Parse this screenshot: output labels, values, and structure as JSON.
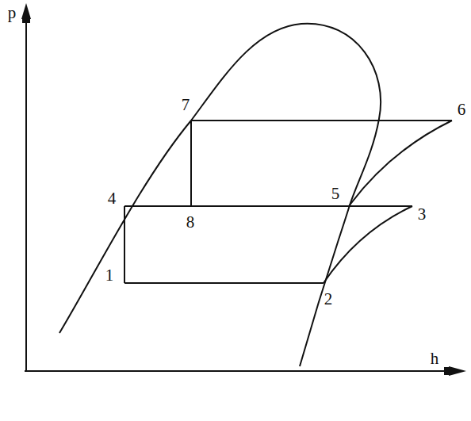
{
  "diagram": {
    "labels": [
      "p",
      "h",
      "7",
      "6",
      "4",
      "8",
      "5",
      "3",
      "1",
      "2"
    ]
  }
}
